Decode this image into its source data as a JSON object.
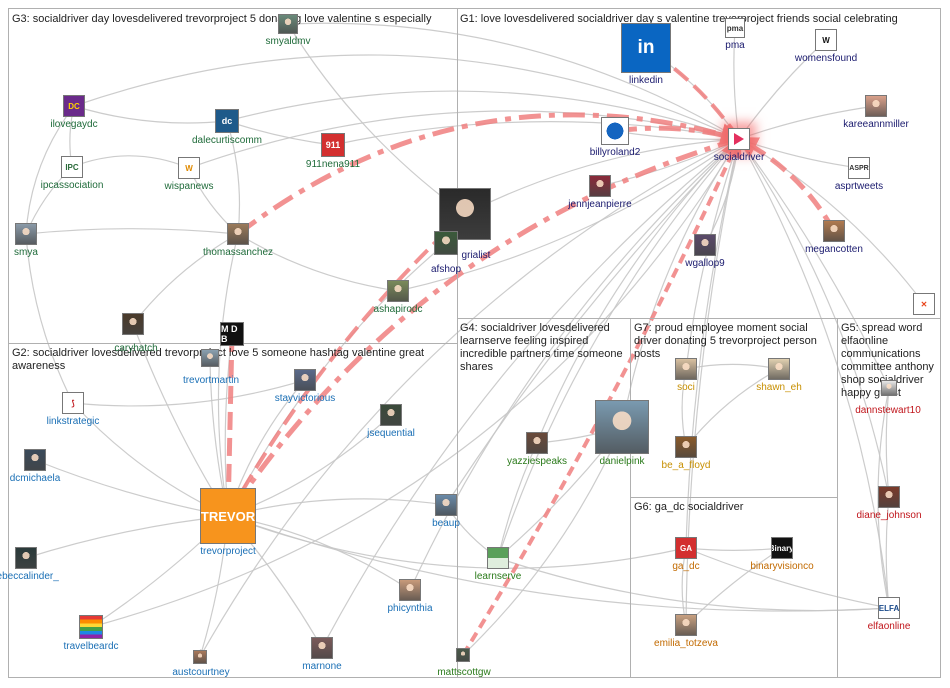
{
  "groups": [
    {
      "id": "G1",
      "label": "G1: love lovesdelivered socialdriver day s valentine trevorproject friends social celebrating"
    },
    {
      "id": "G2",
      "label": "G2: socialdriver lovesdelivered trevorproject love 5 someone hashtag valentine great awareness"
    },
    {
      "id": "G3",
      "label": "G3: socialdriver day lovesdelivered trevorproject 5 donating love valentine s especially"
    },
    {
      "id": "G4",
      "label": "G4: socialdriver lovesdelivered learnserve feeling inspired incredible partners time someone shares"
    },
    {
      "id": "G5",
      "label": "G5: spread word elfaonline communications committee anthony shop socialdriver happy guest"
    },
    {
      "id": "G6",
      "label": "G6: ga_dc socialdriver"
    },
    {
      "id": "G7",
      "label": "G7: proud employee moment social driver donating 5 trevorproject person posts"
    }
  ],
  "colors": {
    "G1": "#1a1a6e",
    "G2": "#1a6fb5",
    "G3": "#1f6b3a",
    "G4": "#2a7a1a",
    "G5": "#c0151b",
    "G6": "#c26a00",
    "G7": "#c78f00",
    "edge": "#c7c7c7",
    "highlight_edge": "#f08080"
  },
  "nodes": [
    {
      "id": "linkedin",
      "label": "linkedin",
      "group": "G1",
      "icon": "linkedin-logo",
      "glyph": "in",
      "bg": "#0a66c2",
      "fg": "#ffffff"
    },
    {
      "id": "pma",
      "label": "pma",
      "group": "G1",
      "icon": "pma-logo",
      "glyph": "pma",
      "bg": "#ffffff",
      "fg": "#333333"
    },
    {
      "id": "womensfound",
      "label": "womensfound",
      "group": "G1",
      "icon": "w-logo",
      "glyph": "W",
      "bg": "#ffffff",
      "fg": "#111111"
    },
    {
      "id": "kareeannmiller",
      "label": "kareeannmiller",
      "group": "G1",
      "icon": "avatar-photo",
      "glyph": "",
      "bg": "#d9a08a",
      "fg": "#ffffff"
    },
    {
      "id": "billyroland2",
      "label": "billyroland2",
      "group": "G1",
      "icon": "badge-logo",
      "glyph": "",
      "bg": "#1565c0",
      "fg": "#ffffff"
    },
    {
      "id": "socialdriver",
      "label": "socialdriver",
      "group": "G1",
      "icon": "socialdriver-logo",
      "glyph": "",
      "bg": "#ffffff",
      "fg": "#e4305e"
    },
    {
      "id": "asprtweets",
      "label": "asprtweets",
      "group": "G1",
      "icon": "aspr-logo",
      "glyph": "",
      "bg": "#ffffff",
      "fg": "#333333"
    },
    {
      "id": "jennjeanpierre",
      "label": "jennjeanpierre",
      "group": "G1",
      "icon": "avatar-photo",
      "glyph": "",
      "bg": "#8a2a3a",
      "fg": "#ffffff"
    },
    {
      "id": "meganotten",
      "label": "megancotten",
      "group": "G1",
      "icon": "avatar-photo",
      "glyph": "",
      "bg": "#b07a50",
      "fg": "#ffffff"
    },
    {
      "id": "wgallop9",
      "label": "wgallop9",
      "group": "G1",
      "icon": "avatar-photo",
      "glyph": "",
      "bg": "#5a4a6a",
      "fg": "#ffffff"
    },
    {
      "id": "grialist",
      "label": "grialist",
      "group": "G1",
      "icon": "avatar-photo",
      "glyph": "",
      "bg": "#2a2a2a",
      "fg": "#ffffff"
    },
    {
      "id": "afshop",
      "label": "afshop",
      "group": "G1",
      "icon": "avatar-photo",
      "glyph": "",
      "bg": "#3a5a3a",
      "fg": "#ffffff"
    },
    {
      "id": "smyaldmv",
      "label": "smyaldmv",
      "group": "G3",
      "icon": "avatar-photo",
      "glyph": "",
      "bg": "#6a8a7a",
      "fg": "#ffffff"
    },
    {
      "id": "ilovegaydc",
      "label": "ilovegaydc",
      "group": "G3",
      "icon": "gay-dc-logo",
      "glyph": "DC",
      "bg": "#6a2a8a",
      "fg": "#ffd400"
    },
    {
      "id": "dalecurtiscomm",
      "label": "dalecurtiscomm",
      "group": "G3",
      "icon": "dc-logo",
      "glyph": "dc",
      "bg": "#1e5a8a",
      "fg": "#ffffff"
    },
    {
      "id": "911nena911",
      "label": "911nena911",
      "group": "G3",
      "icon": "nena-logo",
      "glyph": "911",
      "bg": "#d32f2f",
      "fg": "#ffffff"
    },
    {
      "id": "ipcassociation",
      "label": "ipcassociation",
      "group": "G3",
      "icon": "ipc-logo",
      "glyph": "IPC",
      "bg": "#ffffff",
      "fg": "#2a6a3a"
    },
    {
      "id": "wispanews",
      "label": "wispanews",
      "group": "G3",
      "icon": "wispa-logo",
      "glyph": "W",
      "bg": "#ffffff",
      "fg": "#e08a00"
    },
    {
      "id": "smya",
      "label": "smya",
      "group": "G3",
      "icon": "default-avatar",
      "glyph": "",
      "bg": "#8a9aa8",
      "fg": "#ffffff"
    },
    {
      "id": "thomassanchez",
      "label": "thomassanchez",
      "group": "G3",
      "icon": "avatar-photo",
      "glyph": "",
      "bg": "#9a7a5a",
      "fg": "#ffffff"
    },
    {
      "id": "ashapirodc",
      "label": "ashapirodc",
      "group": "G3",
      "icon": "avatar-photo",
      "glyph": "",
      "bg": "#7a8a5a",
      "fg": "#ffffff"
    },
    {
      "id": "caryhatch",
      "label": "caryhatch",
      "group": "G3",
      "icon": "avatar-photo",
      "glyph": "",
      "bg": "#4a3a2a",
      "fg": "#ffffff"
    },
    {
      "id": "mdb",
      "label": "",
      "group": "G2",
      "icon": "mdb-logo",
      "glyph": "M D B",
      "bg": "#111111",
      "fg": "#ffffff"
    },
    {
      "id": "trevortmartin",
      "label": "trevortmartin",
      "group": "G2",
      "icon": "avatar-photo",
      "glyph": "",
      "bg": "#8aa0b0",
      "fg": "#ffffff"
    },
    {
      "id": "stayvictorious",
      "label": "stayvictorious",
      "group": "G2",
      "icon": "avatar-photo",
      "glyph": "",
      "bg": "#5a6a8a",
      "fg": "#ffffff"
    },
    {
      "id": "linkstrategic",
      "label": "linkstrategic",
      "group": "G2",
      "icon": "link-logo",
      "glyph": "",
      "bg": "#ffffff",
      "fg": "#c0151b"
    },
    {
      "id": "jsequential",
      "label": "jsequential",
      "group": "G2",
      "icon": "avatar-photo",
      "glyph": "",
      "bg": "#3a4a3a",
      "fg": "#ffffff"
    },
    {
      "id": "dcmichaela",
      "label": "dcmichaela",
      "group": "G2",
      "icon": "avatar-photo",
      "glyph": "",
      "bg": "#3a4a5a",
      "fg": "#ffffff"
    },
    {
      "id": "trevorproject",
      "label": "trevorproject",
      "group": "G2",
      "icon": "trevor-logo",
      "glyph": "TREVOR",
      "bg": "#f7941d",
      "fg": "#ffffff"
    },
    {
      "id": "beaup",
      "label": "beaup",
      "group": "G2",
      "icon": "avatar-photo",
      "glyph": "",
      "bg": "#6a8aa8",
      "fg": "#ffffff"
    },
    {
      "id": "rebeccalinder_",
      "label": "rebeccalinder_",
      "group": "G2",
      "icon": "avatar-photo",
      "glyph": "",
      "bg": "#2a3a3a",
      "fg": "#ffffff"
    },
    {
      "id": "phicynthia",
      "label": "phicynthia",
      "group": "G2",
      "icon": "avatar-photo",
      "glyph": "",
      "bg": "#c89a7a",
      "fg": "#ffffff"
    },
    {
      "id": "travelbeardc",
      "label": "travelbeardc",
      "group": "G2",
      "icon": "rainbow-flag",
      "glyph": "",
      "bg": "#e53935",
      "fg": "#ffffff"
    },
    {
      "id": "austcourtney",
      "label": "austcourtney",
      "group": "G2",
      "icon": "avatar-photo",
      "glyph": "",
      "bg": "#a8785a",
      "fg": "#ffffff"
    },
    {
      "id": "marnone",
      "label": "marnone",
      "group": "G2",
      "icon": "avatar-photo",
      "glyph": "",
      "bg": "#7a5a5a",
      "fg": "#ffffff"
    },
    {
      "id": "yazziespeaks",
      "label": "yazziespeaks",
      "group": "G4",
      "icon": "avatar-photo",
      "glyph": "",
      "bg": "#6a4a3a",
      "fg": "#ffffff"
    },
    {
      "id": "danielpink",
      "label": "danielpink",
      "group": "G4",
      "icon": "avatar-photo",
      "glyph": "",
      "bg": "#7a9ab0",
      "fg": "#ffffff"
    },
    {
      "id": "learnserve",
      "label": "learnserve",
      "group": "G4",
      "icon": "learnserve-logo",
      "glyph": "",
      "bg": "#5aa05a",
      "fg": "#ffffff"
    },
    {
      "id": "mattscottgw",
      "label": "mattscottgw",
      "group": "G4",
      "icon": "avatar-photo",
      "glyph": "",
      "bg": "#4a5a4a",
      "fg": "#ffffff"
    },
    {
      "id": "soci",
      "label": "soci",
      "group": "G7",
      "icon": "avatar-photo",
      "glyph": "",
      "bg": "#d8c0a0",
      "fg": "#ffffff"
    },
    {
      "id": "shawn_eh",
      "label": "shawn_eh",
      "group": "G7",
      "icon": "avatar-photo",
      "glyph": "",
      "bg": "#e0d0b0",
      "fg": "#ffffff"
    },
    {
      "id": "be_a_floyd",
      "label": "be_a_floyd",
      "group": "G7",
      "icon": "avatar-photo",
      "glyph": "",
      "bg": "#8a5a2a",
      "fg": "#ffffff"
    },
    {
      "id": "ga_dc",
      "label": "ga_dc",
      "group": "G6",
      "icon": "ga-dc-logo",
      "glyph": "GA",
      "bg": "#d32f2f",
      "fg": "#ffffff"
    },
    {
      "id": "binaryvisionco",
      "label": "binaryvisionco",
      "group": "G6",
      "icon": "binary-logo",
      "glyph": "Binary.",
      "bg": "#111111",
      "fg": "#ffffff"
    },
    {
      "id": "emilia_totzeva",
      "label": "emilia_totzeva",
      "group": "G6",
      "icon": "avatar-photo",
      "glyph": "",
      "bg": "#c8a080",
      "fg": "#ffffff"
    },
    {
      "id": "danstewart10",
      "label": "dannstewart10",
      "group": "G5",
      "icon": "avatar-photo",
      "glyph": "",
      "bg": "#e8e8e8",
      "fg": "#ffffff"
    },
    {
      "id": "diane_johnson",
      "label": "diane_johnson",
      "group": "G5",
      "icon": "avatar-photo",
      "glyph": "",
      "bg": "#7a3a2a",
      "fg": "#ffffff"
    },
    {
      "id": "elfaonline",
      "label": "elfaonline",
      "group": "G5",
      "icon": "elfa-logo",
      "glyph": "ELFA",
      "bg": "#ffffff",
      "fg": "#1a4a8a"
    },
    {
      "id": "g5logo",
      "label": "",
      "group": "G5",
      "icon": "x-logo",
      "glyph": "",
      "bg": "#ffffff",
      "fg": "#e8431a"
    }
  ]
}
